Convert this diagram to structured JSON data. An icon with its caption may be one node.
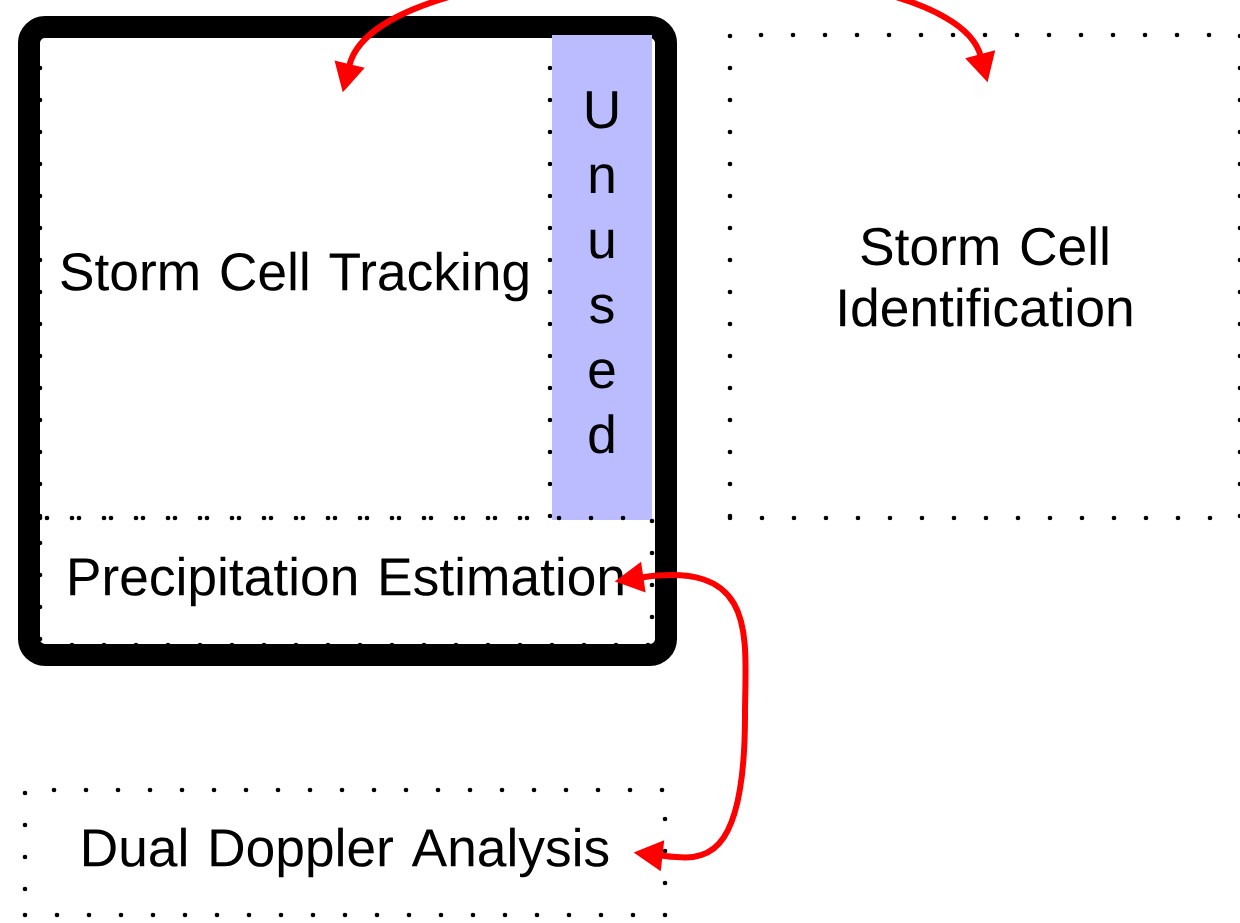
{
  "diagram": {
    "nodes": [
      {
        "text": [],
        "shape": "box"
      },
      {
        "text": [
          "Storm Cell Tracking"
        ],
        "in": 0
      },
      {
        "text": [
          "Unused"
        ],
        "in": 0
      },
      {
        "text": [
          "Precipitation Estimation"
        ],
        "in": 0
      },
      {
        "text": [
          "Storm Cell Identification"
        ]
      },
      {
        "text": [
          "Dual Doppler Analysis"
        ]
      }
    ],
    "edges": [
      {
        "from": 1,
        "to": 4,
        "arrow": "both",
        "color": "#ff0000"
      },
      {
        "from": 3,
        "to": 5,
        "arrow": "both",
        "color": "#ff0000"
      }
    ]
  }
}
